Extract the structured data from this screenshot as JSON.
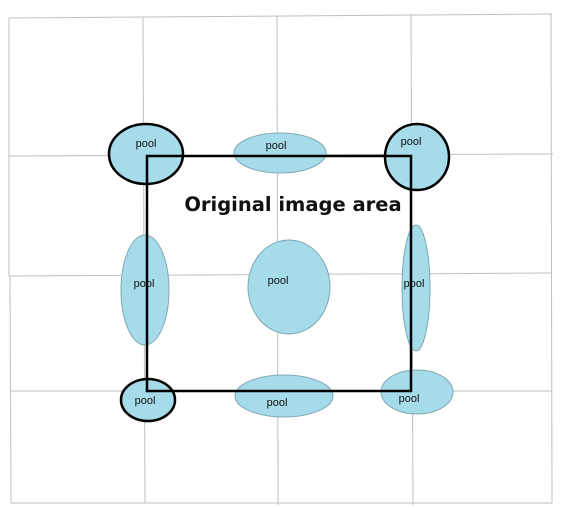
{
  "diagram": {
    "title": "Original image area",
    "pool_label": "pool",
    "colors": {
      "pool_fill": "#a6dcea",
      "pool_stroke": "#7fa8b4",
      "grid_line": "#bfbfbf",
      "frame": "#000000"
    },
    "pools": [
      {
        "id": "top-left",
        "outlined": true
      },
      {
        "id": "top-middle",
        "outlined": false
      },
      {
        "id": "top-right",
        "outlined": true
      },
      {
        "id": "middle-left",
        "outlined": false
      },
      {
        "id": "center",
        "outlined": false
      },
      {
        "id": "middle-right",
        "outlined": false
      },
      {
        "id": "bottom-left",
        "outlined": true
      },
      {
        "id": "bottom-middle",
        "outlined": false
      },
      {
        "id": "bottom-right",
        "outlined": false
      }
    ]
  }
}
